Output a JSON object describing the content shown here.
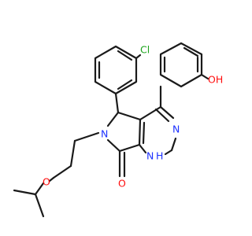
{
  "atom_labels": {
    "chlorine": "Cl",
    "hydroxyl": "OH",
    "pyrazole_n": "N",
    "pyrrole_n": "N",
    "nh": "N",
    "nh_h": "H",
    "ether_o": "O",
    "carbonyl_o": "O"
  },
  "colors": {
    "bond": "#1a1a1a",
    "chlorine": "#1aa31a",
    "oxygen": "#ff0d0d",
    "nitrogen": "#1e32ff"
  }
}
